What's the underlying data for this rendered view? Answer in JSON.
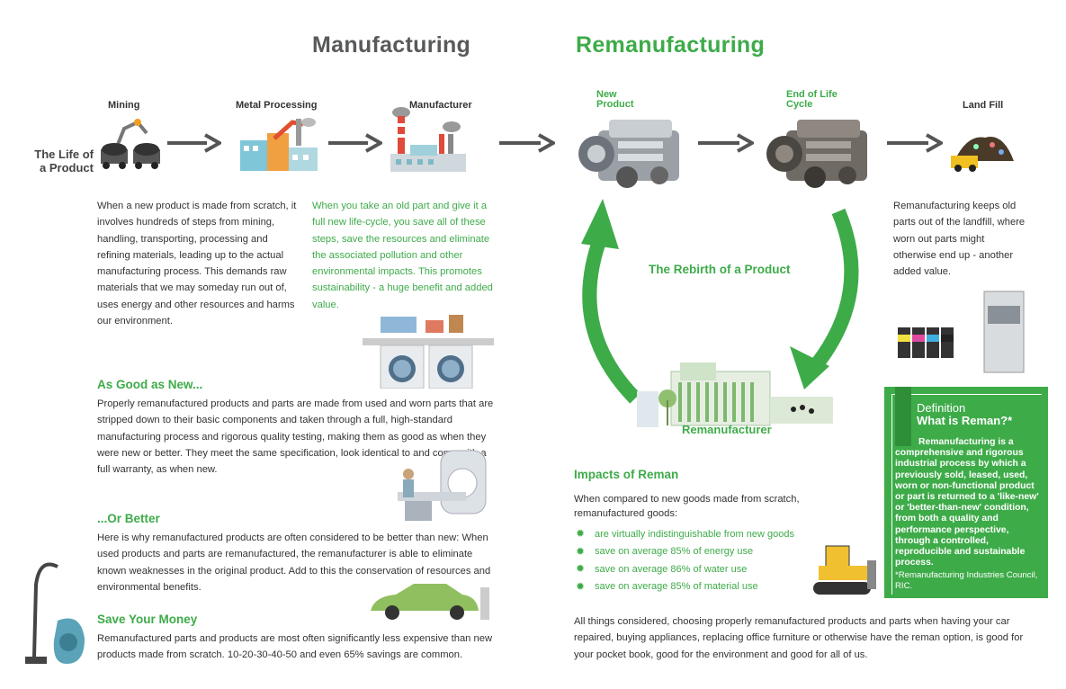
{
  "headings": {
    "manufacturing": "Manufacturing",
    "remanufacturing": "Remanufacturing"
  },
  "steps": {
    "mining": "Mining",
    "metal_processing": "Metal Processing",
    "manufacturer": "Manufacturer",
    "new_product": "New Product",
    "end_of_life": "End of Life Cycle",
    "land_fill": "Land Fill"
  },
  "life_of_product": "The Life of a Product",
  "manufacturing_text": "When a new product is made from scratch, it involves hundreds of steps from mining, handling, transporting, processing and refining materials, leading up to the actual manufacturing process. This demands raw materials that we may someday run out of, uses energy and other resources and harms our environment.",
  "reman_text": "When you take an old part and give it a full new life-cycle, you save all of these steps, save the resources and eliminate the associated pollution and other environmental impacts. This promotes sustainability - a huge benefit and added value.",
  "landfill_text": "Remanufacturing keeps old parts out of the landfill, where worn out parts might otherwise end up - another added value.",
  "rebirth_label": "The Rebirth of a Product",
  "remanufacturer_label": "Remanufacturer",
  "sections": {
    "good_as_new": {
      "title": "As Good as New...",
      "text": "Properly remanufactured products and parts are made from used and worn parts that are stripped down to their basic components and taken through a full, high-standard manufacturing process and rigorous quality testing, making them as good as when they were new or better. They meet the same specification, look identical to and come with a full warranty, as when new."
    },
    "or_better": {
      "title": "...Or Better",
      "text": "Here is why remanufactured products are often considered to be better than new: When used products and parts are remanufactured, the remanufacturer is able to eliminate known weaknesses in the original product. Add to this the conservation of resources and environmental benefits."
    },
    "save_money": {
      "title": "Save Your Money",
      "text": "Remanufactured parts and products are most often significantly less expensive than new products made from scratch. 10-20-30-40-50 and even 65% savings are common."
    }
  },
  "impacts": {
    "title": "Impacts of Reman",
    "intro": "When compared to new goods made from scratch, remanufactured goods:",
    "bullets": [
      "are virtually indistinguishable from new goods",
      "save on average 85% of energy use",
      "save on average 86% of water use",
      "save on average 85% of material use"
    ],
    "conclusion": "All things considered, choosing properly remanufactured products and parts when having your car repaired, buying appliances, replacing office furniture or otherwise have the reman option, is good for your pocket book, good for the environment and good for all of us."
  },
  "definition": {
    "label": "Definition",
    "title": "What is Reman?*",
    "text": "Remanufacturing is a comprehensive and rigorous industrial process by which a previously sold, leased, used, worn or non-functional product or part is returned to a 'like-new' or 'better-than-new' condition, from both a quality and performance perspective, through a controlled, reproducible and sustainable process.",
    "source": "*Remanufacturing Industries Council, RIC."
  },
  "colors": {
    "green": "#3eab49",
    "dark_gray": "#58595b",
    "arrow": "#555555"
  }
}
